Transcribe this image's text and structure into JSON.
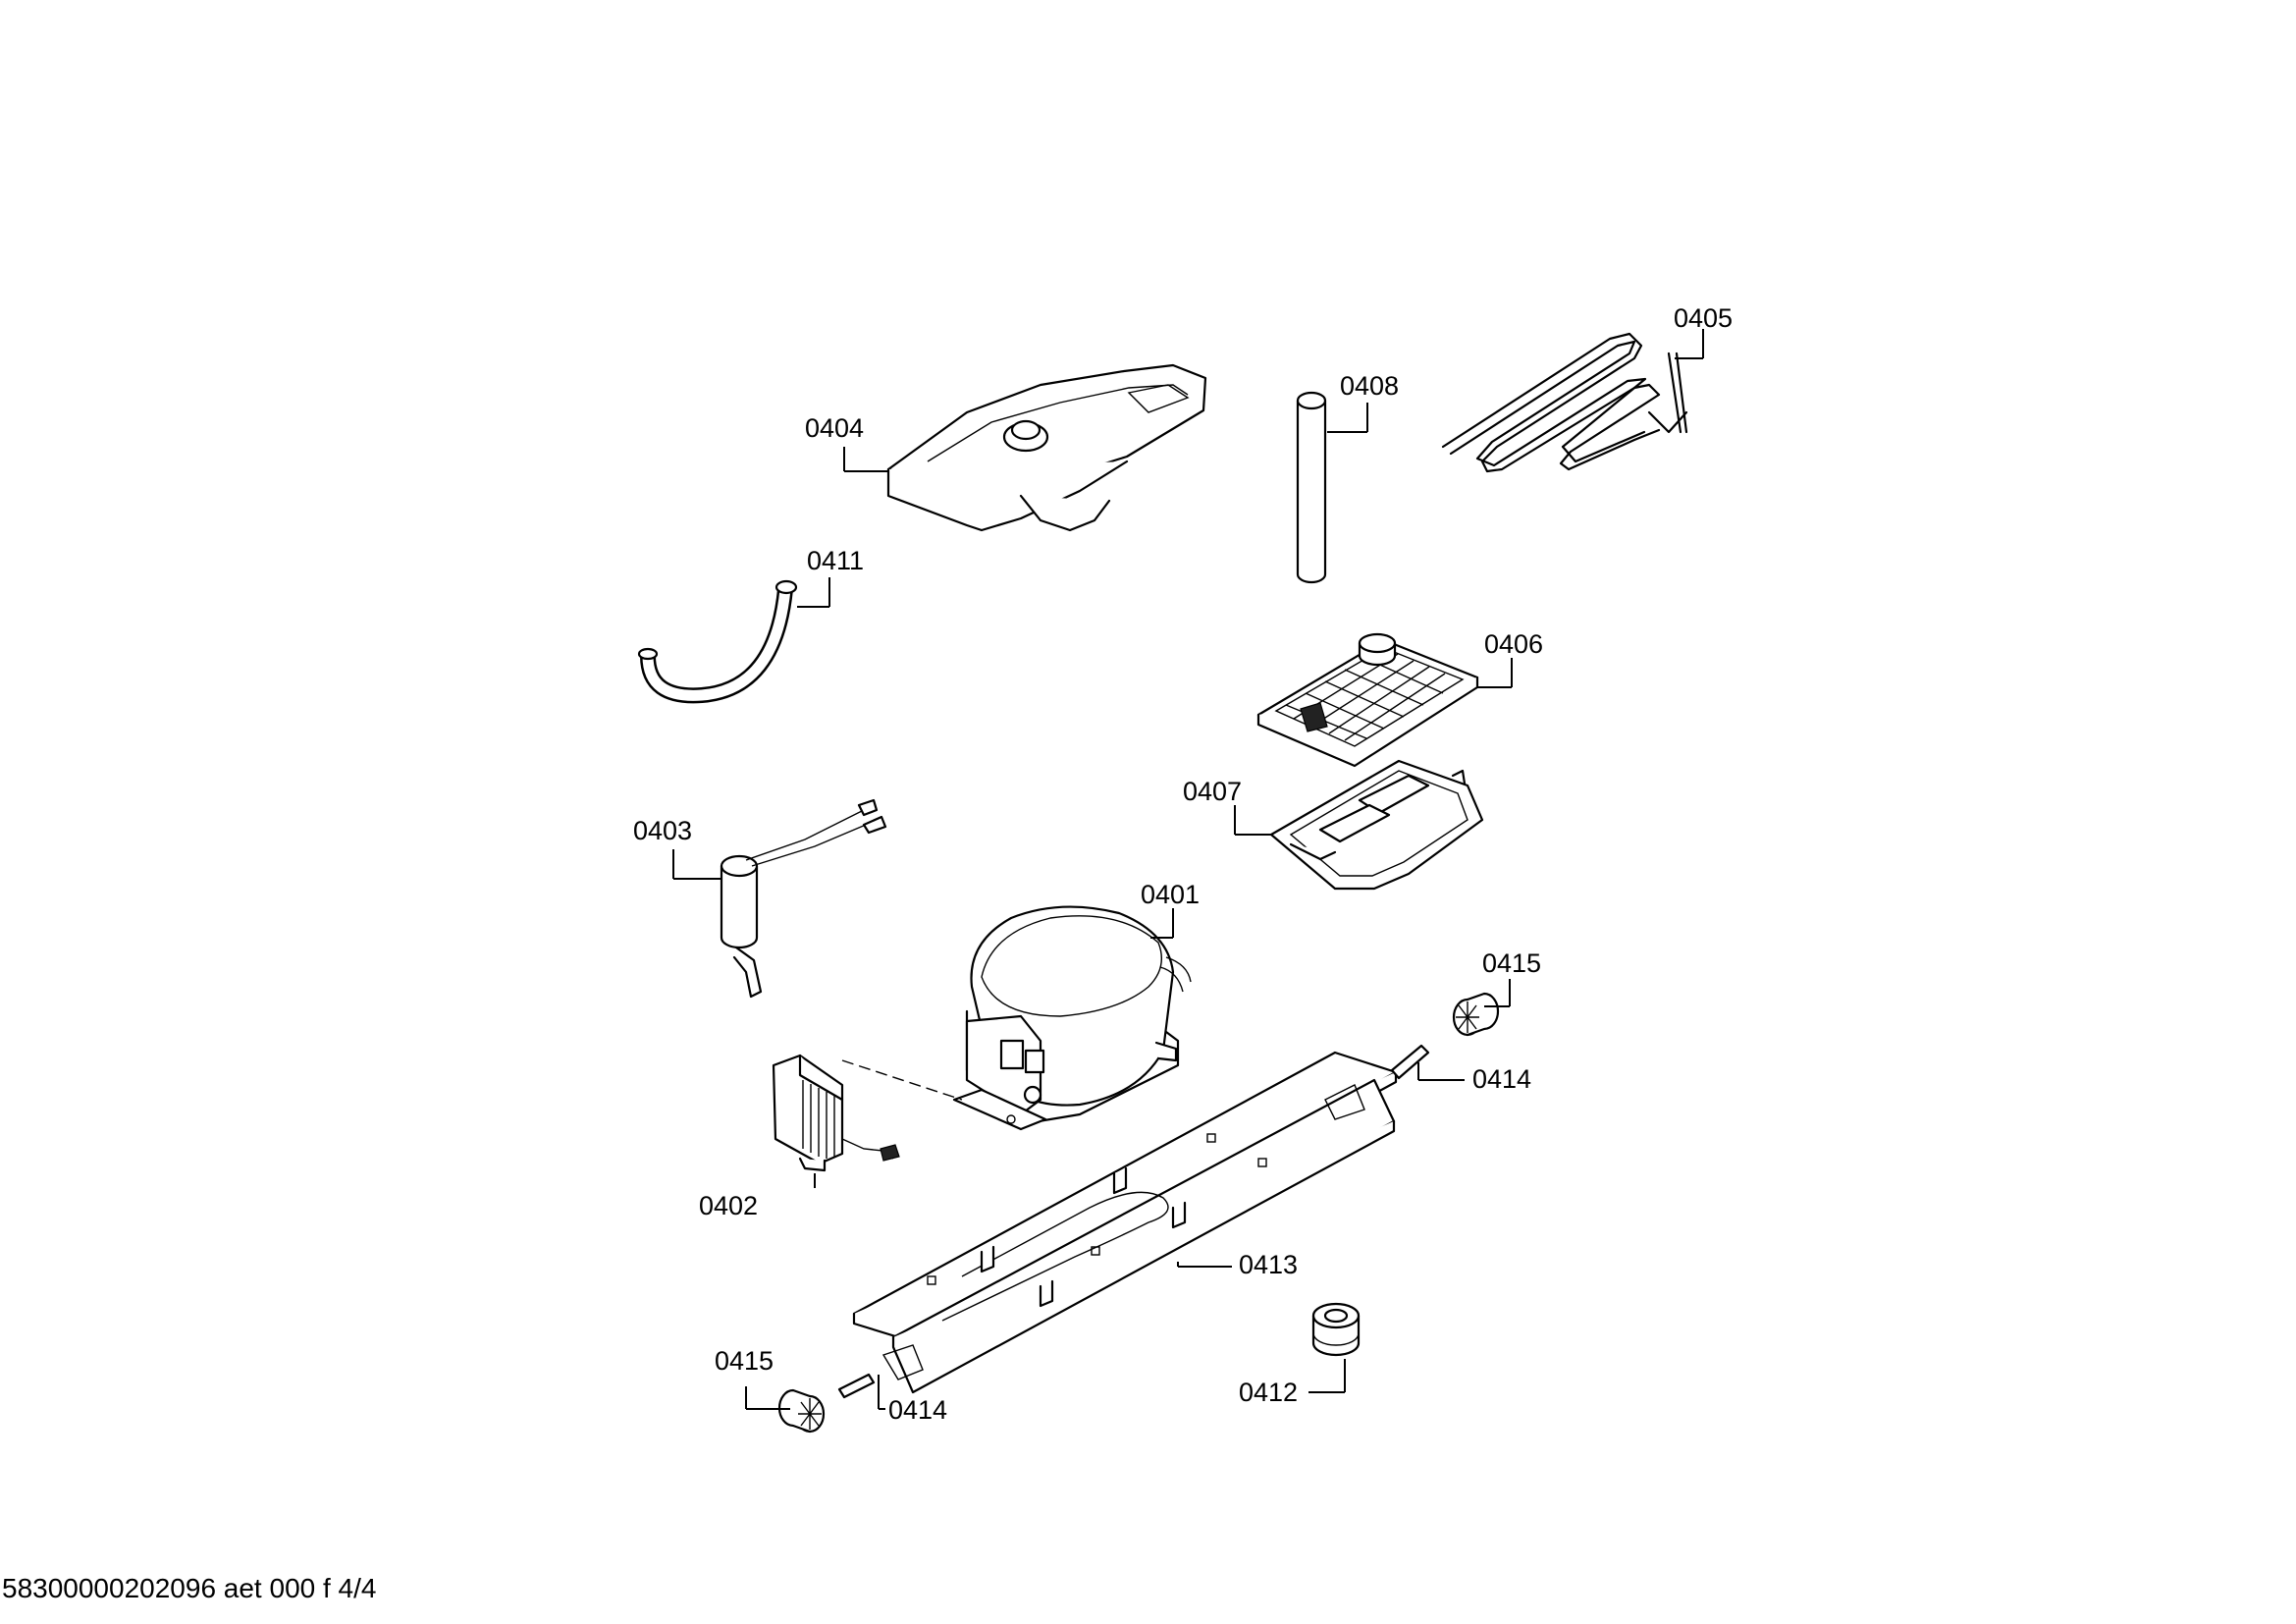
{
  "labels": {
    "p0401": "0401",
    "p0402": "0402",
    "p0403": "0403",
    "p0404": "0404",
    "p0405": "0405",
    "p0406": "0406",
    "p0407": "0407",
    "p0408": "0408",
    "p0411": "0411",
    "p0412": "0412",
    "p0413": "0413",
    "p0414a": "0414",
    "p0414b": "0414",
    "p0415a": "0415",
    "p0415b": "0415"
  },
  "footer": "58300000202096 aet 000 f 4/4"
}
